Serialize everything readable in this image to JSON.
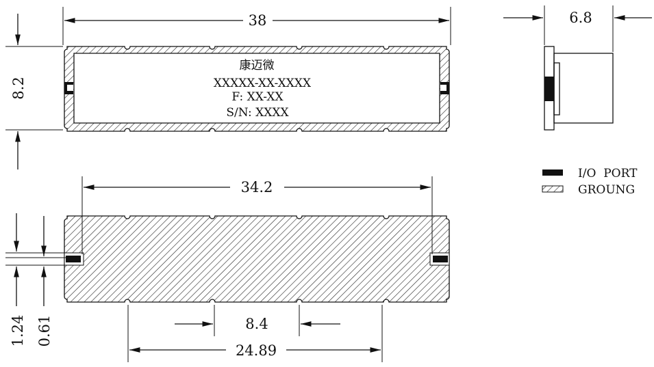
{
  "dimensions": {
    "top_width": "38",
    "top_height": "8.2",
    "side_depth": "6.8",
    "bottom_port_span": "34.2",
    "bottom_pad_pitch": "8.4",
    "bottom_pad_span": "24.89",
    "port_width": "1.24",
    "port_height": "0.61"
  },
  "label": {
    "brand": "康迈微",
    "part_number": "XXXXX-XX-XXXX",
    "frequency": "F: XX-XX",
    "serial": "S/N: XXXX"
  },
  "legend": {
    "io_port": "I/O  PORT",
    "ground": "GROUNG"
  },
  "colors": {
    "line": "#111111",
    "port_fill": "#111111",
    "hatch": "#333333"
  }
}
